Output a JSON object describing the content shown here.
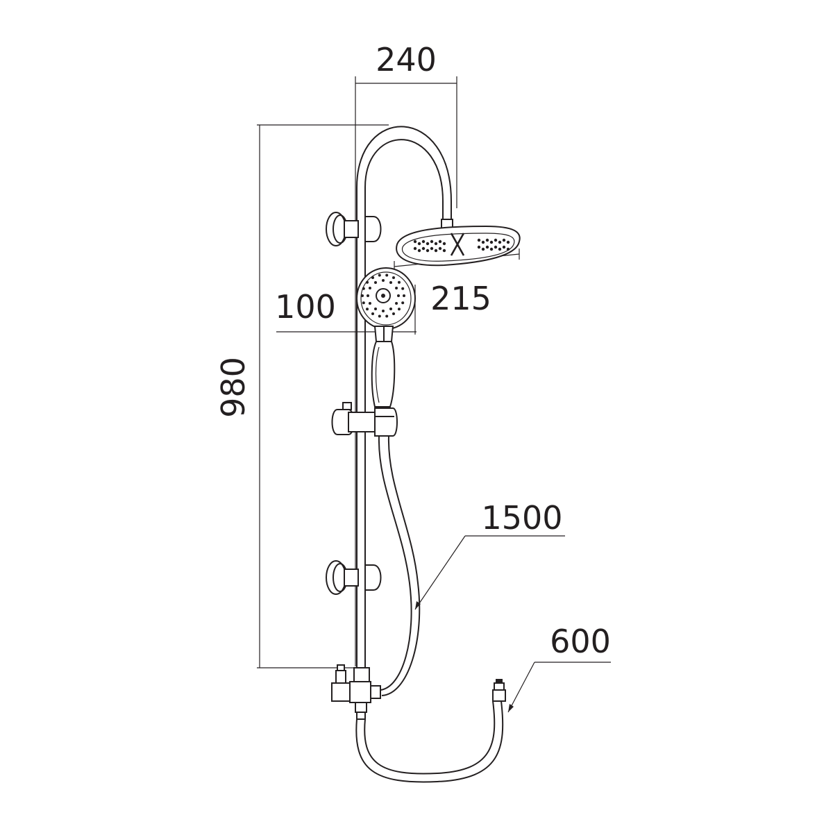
{
  "dimensions": {
    "top_width": "240",
    "height": "980",
    "handshower_offset": "100",
    "head_diameter": "215",
    "hose_length": "1500",
    "inlet_hose_length": "600"
  }
}
